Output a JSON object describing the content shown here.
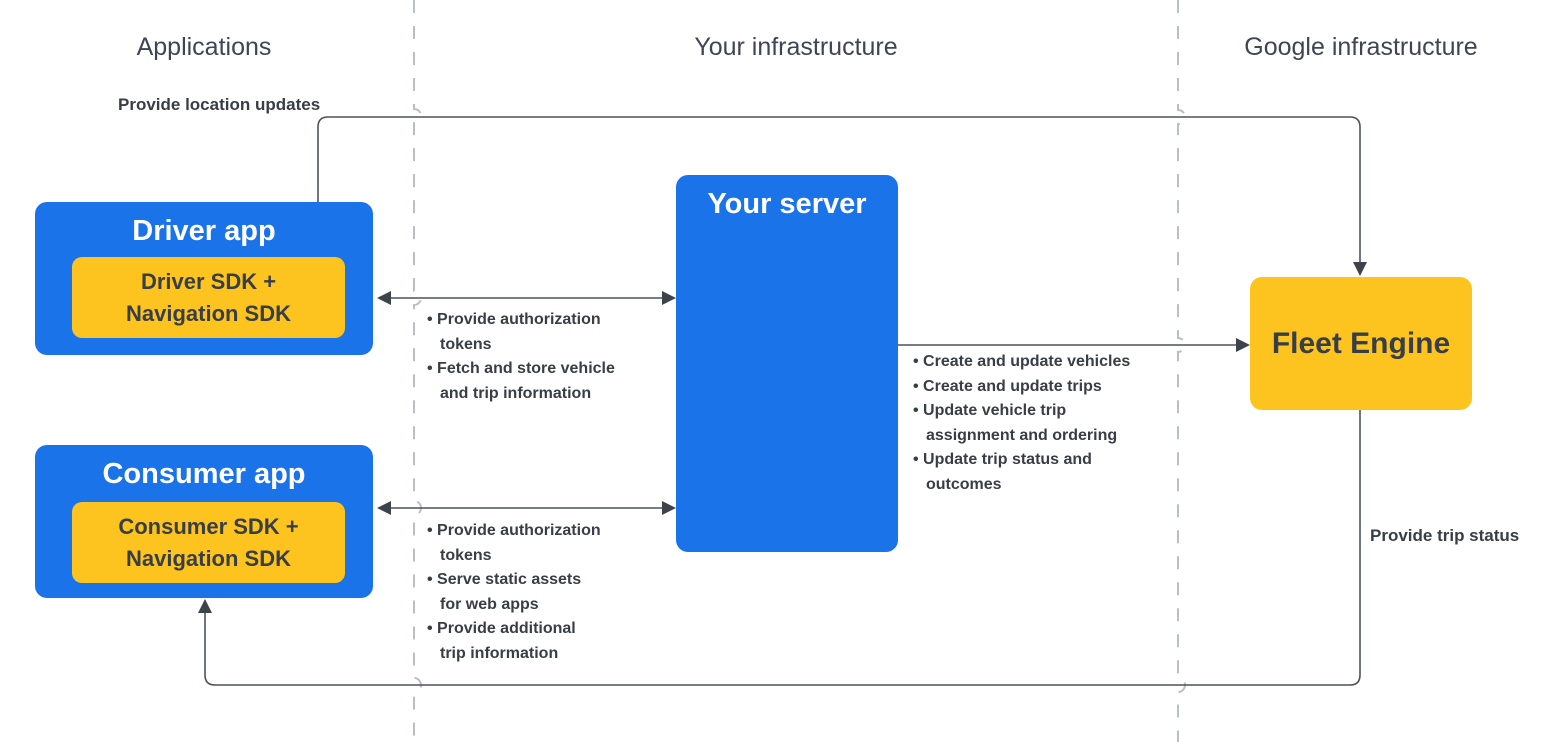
{
  "colors": {
    "blue": "#1a73e8",
    "yellow": "#fdc41f",
    "white": "#ffffff",
    "dark_text": "#383e46",
    "heading_text": "#3d4654",
    "line": "#4c525b",
    "divider": "#b9bfc7"
  },
  "columns": {
    "applications": "Applications",
    "your_infrastructure": "Your infrastructure",
    "google_infrastructure": "Google infrastructure"
  },
  "nodes": {
    "driver_app": {
      "title": "Driver app",
      "sdk": "Driver SDK +\nNavigation SDK"
    },
    "consumer_app": {
      "title": "Consumer app",
      "sdk": "Consumer SDK +\nNavigation SDK"
    },
    "your_server": {
      "title": "Your server"
    },
    "fleet_engine": {
      "title": "Fleet Engine"
    }
  },
  "edges": {
    "provide_location_updates": "Provide location updates",
    "provide_trip_status": "Provide trip status",
    "driver_server_notes": [
      "Provide authorization\ntokens",
      "Fetch and store vehicle\nand trip information"
    ],
    "consumer_server_notes": [
      "Provide authorization\ntokens",
      "Serve static assets\nfor web apps",
      "Provide additional\ntrip information"
    ],
    "server_fleet_notes": [
      "Create and update vehicles",
      "Create and update trips",
      "Update vehicle trip\nassignment and ordering",
      "Update trip status and\noutcomes"
    ]
  }
}
